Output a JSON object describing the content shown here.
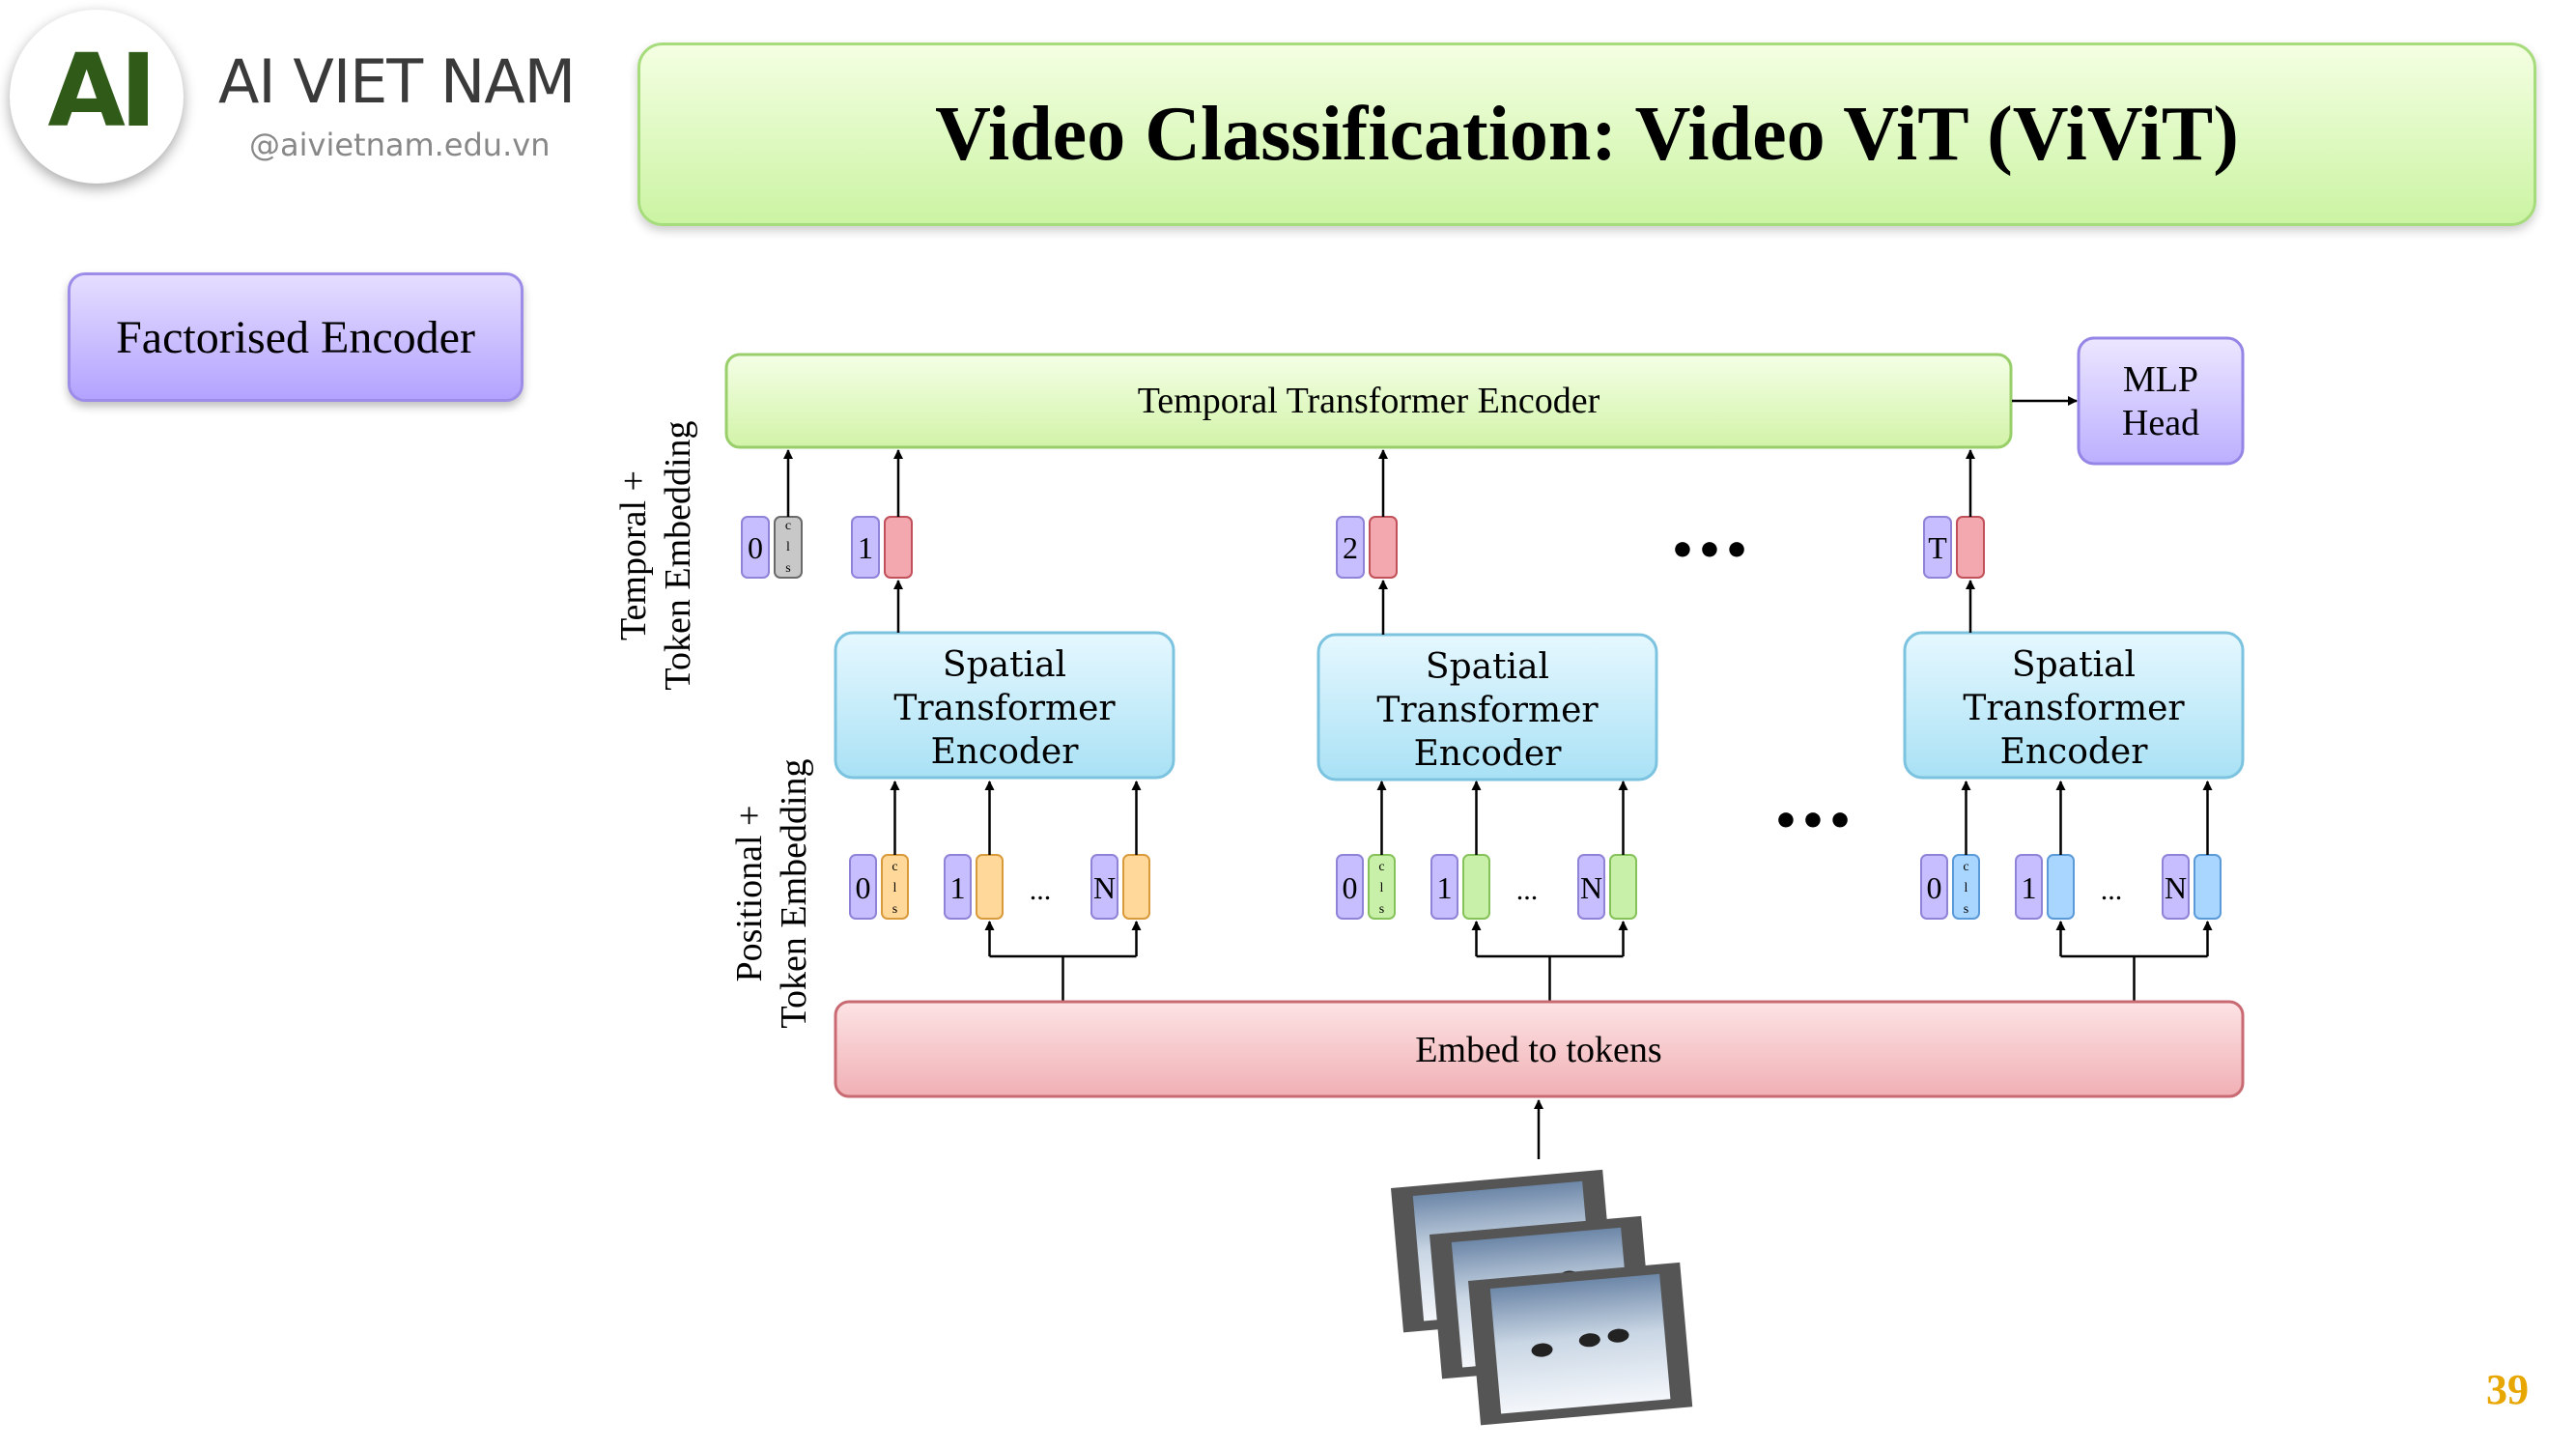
{
  "brand": {
    "logo_text": "AI",
    "name": "AI VIET NAM",
    "handle": "@aivietnam.edu.vn"
  },
  "title": "Video Classification: Video ViT (ViViT)",
  "section_label": "Factorised Encoder",
  "page_number": "39",
  "diagram": {
    "temporal_encoder": "Temporal Transformer Encoder",
    "mlp_head": [
      "MLP",
      "Head"
    ],
    "spatial_encoder": [
      "Spatial",
      "Transformer",
      "Encoder"
    ],
    "embed": "Embed to tokens",
    "temporal_side_label": [
      "Temporal +",
      "Token Embedding"
    ],
    "positional_side_label": [
      "Positional +",
      "Token Embedding"
    ],
    "cls_text": "c l s",
    "temporal_tokens": [
      "0",
      "1",
      "2",
      "T"
    ],
    "spatial_tokens": [
      "0",
      "1",
      "N"
    ],
    "dots": "•••",
    "ellipsis": "...",
    "colors": {
      "purple": "#c7beff",
      "red": "#f2a8ae",
      "gray": "#c8c8c8",
      "orange": "#ffd89a",
      "green": "#c8f0a8",
      "blue": "#a9d6ff",
      "spatial_box": "#c5eefa",
      "embed_box": "#f5c3c6",
      "temporal_box": "#d9f7b4"
    }
  }
}
